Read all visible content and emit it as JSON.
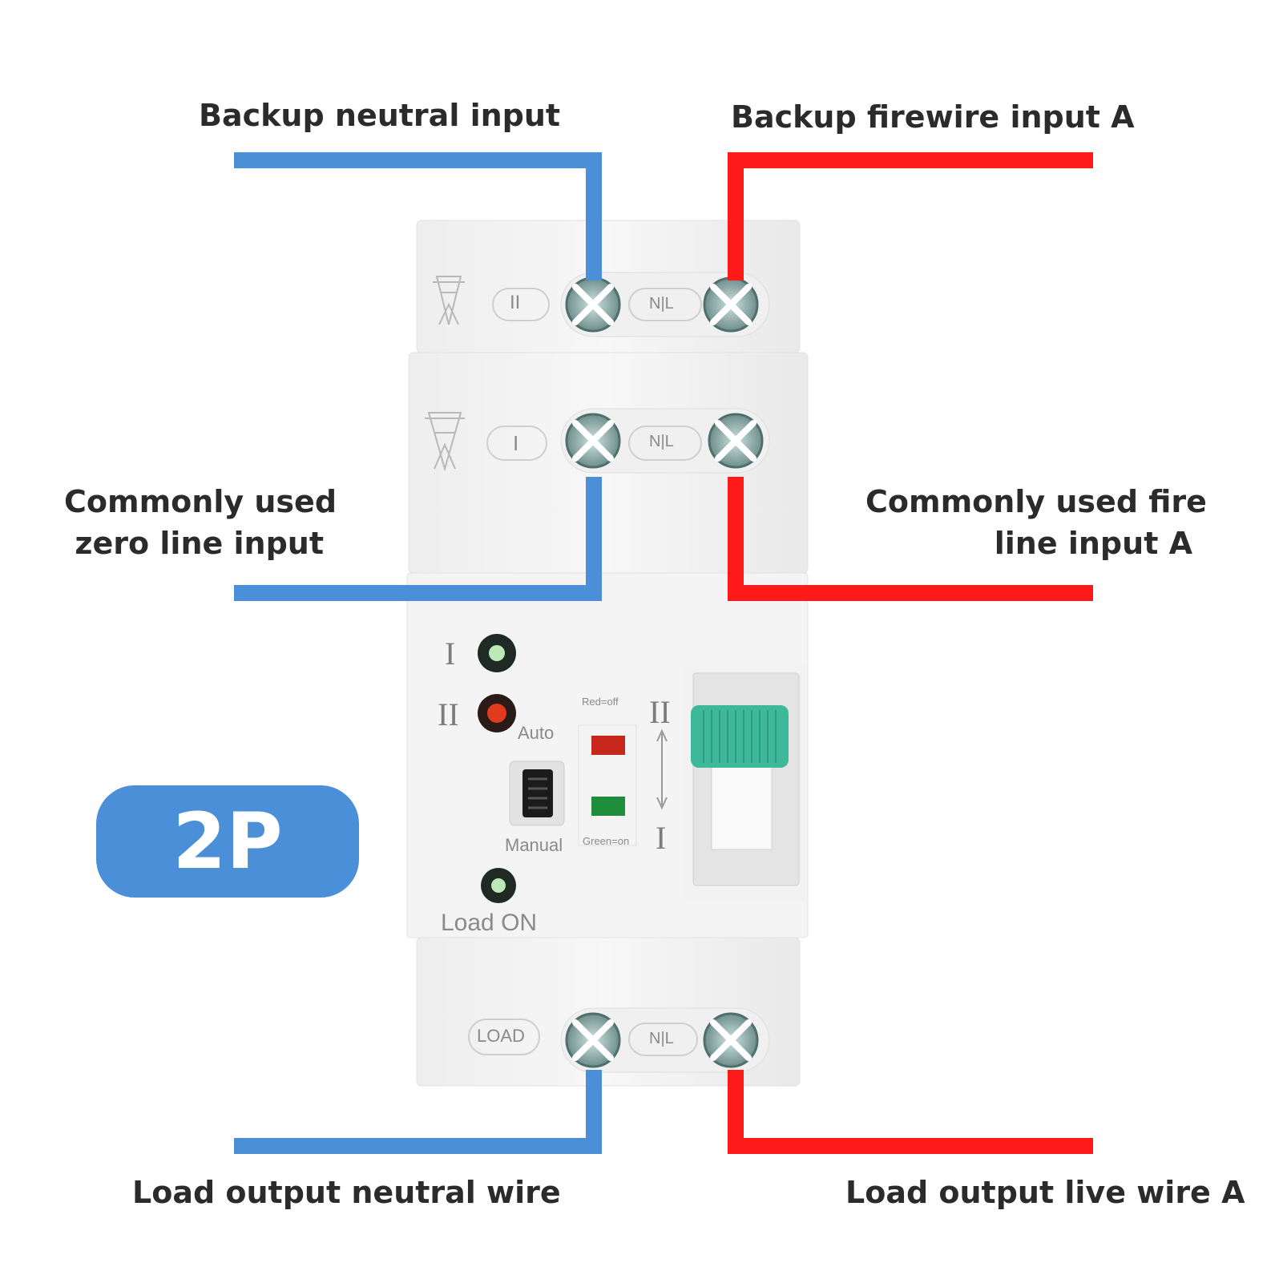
{
  "labels": {
    "backup_neutral": "Backup neutral input",
    "backup_fire": "Backup firewire input A",
    "common_zero_line1": "Commonly used",
    "common_zero_line2": "zero line input",
    "common_fire_line1": "Commonly used fire",
    "common_fire_line2": "line input A",
    "load_neutral": "Load output neutral wire",
    "load_live": "Load output live wire A"
  },
  "badge": "2P",
  "device": {
    "terminal_tag": "N|L",
    "source_two_tag": "II",
    "source_one_tag": "I",
    "load_tag": "LOAD",
    "indicator_one": "I",
    "indicator_two": "II",
    "auto_label": "Auto",
    "manual_label": "Manual",
    "red_off": "Red=off",
    "green_on": "Green=on",
    "switch_top": "II",
    "switch_bottom": "I",
    "load_on": "Load ON"
  },
  "colors": {
    "neutral_wire": "#4a8fd8",
    "live_wire": "#ff1a1a",
    "badge": "#4a8fd8",
    "lever": "#3eb89a"
  }
}
